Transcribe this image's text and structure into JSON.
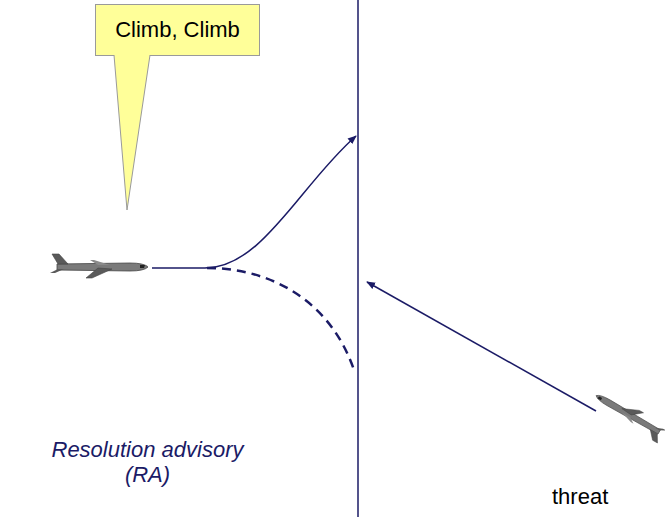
{
  "diagram": {
    "nodes": [
      {
        "text": [
          "Climb, Climb"
        ]
      }
    ],
    "labels": [
      "Resolution advisory (RA)",
      "threat"
    ]
  }
}
